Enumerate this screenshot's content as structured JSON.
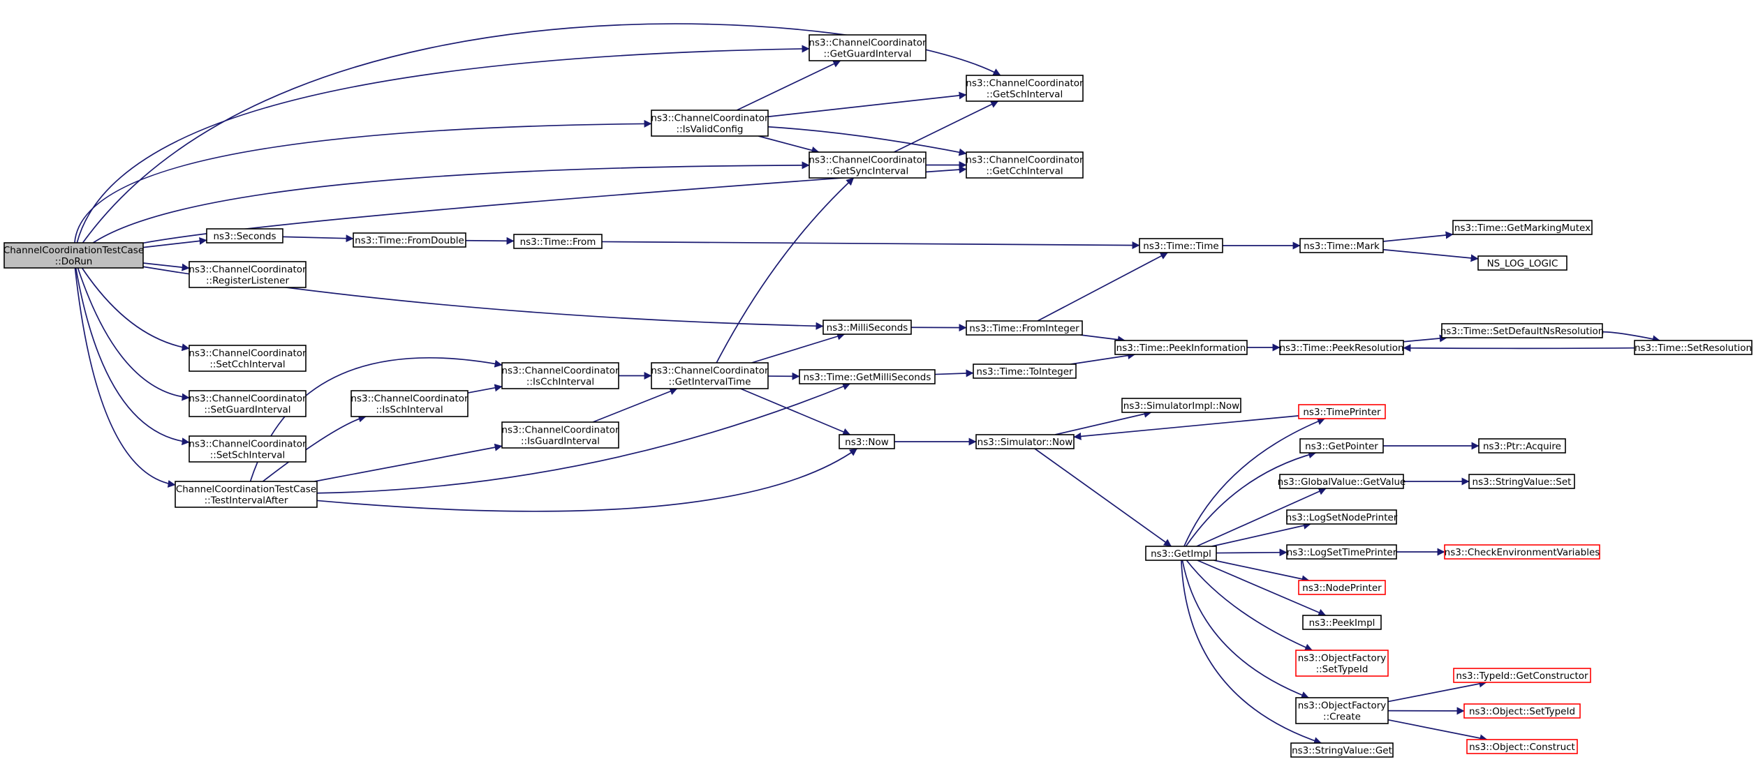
{
  "colors": {
    "edge": "#191970",
    "root_fill": "#bfbfbf",
    "node_fill": "#ffffff",
    "node_border": "#000000",
    "external_border": "#ff0000"
  },
  "nodes": [
    {
      "id": "dorun",
      "lines": [
        "ChannelCoordinationTestCase",
        "::DoRun"
      ],
      "kind": "root"
    },
    {
      "id": "seconds",
      "lines": [
        "ns3::Seconds"
      ],
      "kind": "normal"
    },
    {
      "id": "registerlistener",
      "lines": [
        "ns3::ChannelCoordinator",
        "::RegisterListener"
      ],
      "kind": "normal"
    },
    {
      "id": "setcch",
      "lines": [
        "ns3::ChannelCoordinator",
        "::SetCchInterval"
      ],
      "kind": "normal"
    },
    {
      "id": "setguard",
      "lines": [
        "ns3::ChannelCoordinator",
        "::SetGuardInterval"
      ],
      "kind": "normal"
    },
    {
      "id": "setsch",
      "lines": [
        "ns3::ChannelCoordinator",
        "::SetSchInterval"
      ],
      "kind": "normal"
    },
    {
      "id": "testafter",
      "lines": [
        "ChannelCoordinationTestCase",
        "::TestIntervalAfter"
      ],
      "kind": "normal"
    },
    {
      "id": "isschint",
      "lines": [
        "ns3::ChannelCoordinator",
        "::IsSchInterval"
      ],
      "kind": "normal"
    },
    {
      "id": "iscchint",
      "lines": [
        "ns3::ChannelCoordinator",
        "::IsCchInterval"
      ],
      "kind": "normal"
    },
    {
      "id": "isguardint",
      "lines": [
        "ns3::ChannelCoordinator",
        "::IsGuardInterval"
      ],
      "kind": "normal"
    },
    {
      "id": "fromdouble",
      "lines": [
        "ns3::Time::FromDouble"
      ],
      "kind": "normal"
    },
    {
      "id": "timefrom",
      "lines": [
        "ns3::Time::From"
      ],
      "kind": "normal"
    },
    {
      "id": "isvalid",
      "lines": [
        "ns3::ChannelCoordinator",
        "::IsValidConfig"
      ],
      "kind": "normal"
    },
    {
      "id": "getintervaltime",
      "lines": [
        "ns3::ChannelCoordinator",
        "::GetIntervalTime"
      ],
      "kind": "normal"
    },
    {
      "id": "getguard",
      "lines": [
        "ns3::ChannelCoordinator",
        "::GetGuardInterval"
      ],
      "kind": "normal"
    },
    {
      "id": "getsync",
      "lines": [
        "ns3::ChannelCoordinator",
        "::GetSyncInterval"
      ],
      "kind": "normal"
    },
    {
      "id": "millis",
      "lines": [
        "ns3::MilliSeconds"
      ],
      "kind": "normal"
    },
    {
      "id": "getmillis",
      "lines": [
        "ns3::Time::GetMilliSeconds"
      ],
      "kind": "normal"
    },
    {
      "id": "now",
      "lines": [
        "ns3::Now"
      ],
      "kind": "normal"
    },
    {
      "id": "getsch",
      "lines": [
        "ns3::ChannelCoordinator",
        "::GetSchInterval"
      ],
      "kind": "normal"
    },
    {
      "id": "getcch",
      "lines": [
        "ns3::ChannelCoordinator",
        "::GetCchInterval"
      ],
      "kind": "normal"
    },
    {
      "id": "frominteger",
      "lines": [
        "ns3::Time::FromInteger"
      ],
      "kind": "normal"
    },
    {
      "id": "tointeger",
      "lines": [
        "ns3::Time::ToInteger"
      ],
      "kind": "normal"
    },
    {
      "id": "simnow",
      "lines": [
        "ns3::Simulator::Now"
      ],
      "kind": "normal"
    },
    {
      "id": "timetime",
      "lines": [
        "ns3::Time::Time"
      ],
      "kind": "normal"
    },
    {
      "id": "peekinfo",
      "lines": [
        "ns3::Time::PeekInformation"
      ],
      "kind": "normal"
    },
    {
      "id": "simimplnow",
      "lines": [
        "ns3::SimulatorImpl::Now"
      ],
      "kind": "normal"
    },
    {
      "id": "getimpl",
      "lines": [
        "ns3::GetImpl"
      ],
      "kind": "normal"
    },
    {
      "id": "timemark",
      "lines": [
        "ns3::Time::Mark"
      ],
      "kind": "normal"
    },
    {
      "id": "peekres",
      "lines": [
        "ns3::Time::PeekResolution"
      ],
      "kind": "normal"
    },
    {
      "id": "timeprinter",
      "lines": [
        "ns3::TimePrinter"
      ],
      "kind": "external"
    },
    {
      "id": "getpointer",
      "lines": [
        "ns3::GetPointer"
      ],
      "kind": "normal"
    },
    {
      "id": "gvgetvalue",
      "lines": [
        "ns3::GlobalValue::GetValue"
      ],
      "kind": "normal"
    },
    {
      "id": "logsetnode",
      "lines": [
        "ns3::LogSetNodePrinter"
      ],
      "kind": "normal"
    },
    {
      "id": "logsettime",
      "lines": [
        "ns3::LogSetTimePrinter"
      ],
      "kind": "normal"
    },
    {
      "id": "nodeprinter",
      "lines": [
        "ns3::NodePrinter"
      ],
      "kind": "external"
    },
    {
      "id": "peekimpl",
      "lines": [
        "ns3::PeekImpl"
      ],
      "kind": "normal"
    },
    {
      "id": "ofsettypeid",
      "lines": [
        "ns3::ObjectFactory",
        "::SetTypeId"
      ],
      "kind": "external"
    },
    {
      "id": "ofcreate",
      "lines": [
        "ns3::ObjectFactory",
        "::Create"
      ],
      "kind": "normal"
    },
    {
      "id": "svget",
      "lines": [
        "ns3::StringValue::Get"
      ],
      "kind": "normal"
    },
    {
      "id": "markingmutex",
      "lines": [
        "ns3::Time::GetMarkingMutex"
      ],
      "kind": "normal"
    },
    {
      "id": "nslog",
      "lines": [
        "NS_LOG_LOGIC"
      ],
      "kind": "normal"
    },
    {
      "id": "setdefaultres",
      "lines": [
        "ns3::Time::SetDefaultNsResolution"
      ],
      "kind": "normal"
    },
    {
      "id": "setres",
      "lines": [
        "ns3::Time::SetResolution"
      ],
      "kind": "normal"
    },
    {
      "id": "ptracquire",
      "lines": [
        "ns3::Ptr::Acquire"
      ],
      "kind": "normal"
    },
    {
      "id": "svset",
      "lines": [
        "ns3::StringValue::Set"
      ],
      "kind": "normal"
    },
    {
      "id": "checkenv",
      "lines": [
        "ns3::CheckEnvironmentVariables"
      ],
      "kind": "external"
    },
    {
      "id": "getconstructor",
      "lines": [
        "ns3::TypeId::GetConstructor"
      ],
      "kind": "external"
    },
    {
      "id": "objsettypeid",
      "lines": [
        "ns3::Object::SetTypeId"
      ],
      "kind": "external"
    },
    {
      "id": "objconstruct",
      "lines": [
        "ns3::Object::Construct"
      ],
      "kind": "external"
    }
  ],
  "edges": [
    [
      "dorun",
      "seconds"
    ],
    [
      "dorun",
      "registerlistener"
    ],
    [
      "dorun",
      "setcch"
    ],
    [
      "dorun",
      "setguard"
    ],
    [
      "dorun",
      "setsch"
    ],
    [
      "dorun",
      "testafter"
    ],
    [
      "dorun",
      "isvalid"
    ],
    [
      "dorun",
      "getguard"
    ],
    [
      "dorun",
      "getsch"
    ],
    [
      "dorun",
      "getsync"
    ],
    [
      "dorun",
      "getcch"
    ],
    [
      "dorun",
      "millis"
    ],
    [
      "seconds",
      "fromdouble"
    ],
    [
      "fromdouble",
      "timefrom"
    ],
    [
      "timefrom",
      "timetime"
    ],
    [
      "isvalid",
      "getguard"
    ],
    [
      "isvalid",
      "getsch"
    ],
    [
      "isvalid",
      "getsync"
    ],
    [
      "isvalid",
      "getcch"
    ],
    [
      "getsync",
      "getsch"
    ],
    [
      "getsync",
      "getcch"
    ],
    [
      "testafter",
      "iscchint"
    ],
    [
      "testafter",
      "isschint"
    ],
    [
      "testafter",
      "isguardint"
    ],
    [
      "testafter",
      "getmillis"
    ],
    [
      "testafter",
      "now"
    ],
    [
      "isschint",
      "iscchint"
    ],
    [
      "iscchint",
      "getintervaltime"
    ],
    [
      "isguardint",
      "getintervaltime"
    ],
    [
      "getintervaltime",
      "getsync"
    ],
    [
      "getintervaltime",
      "millis"
    ],
    [
      "getintervaltime",
      "getmillis"
    ],
    [
      "getintervaltime",
      "now"
    ],
    [
      "millis",
      "frominteger"
    ],
    [
      "frominteger",
      "timetime"
    ],
    [
      "frominteger",
      "peekinfo"
    ],
    [
      "getmillis",
      "tointeger"
    ],
    [
      "tointeger",
      "peekinfo"
    ],
    [
      "now",
      "simnow"
    ],
    [
      "simnow",
      "simimplnow"
    ],
    [
      "simnow",
      "getimpl"
    ],
    [
      "timetime",
      "timemark"
    ],
    [
      "timemark",
      "markingmutex"
    ],
    [
      "timemark",
      "nslog"
    ],
    [
      "peekinfo",
      "peekres"
    ],
    [
      "peekres",
      "setdefaultres"
    ],
    [
      "setdefaultres",
      "setres"
    ],
    [
      "setres",
      "peekres"
    ],
    [
      "timeprinter",
      "simnow"
    ],
    [
      "getimpl",
      "timeprinter"
    ],
    [
      "getimpl",
      "getpointer"
    ],
    [
      "getimpl",
      "gvgetvalue"
    ],
    [
      "getimpl",
      "logsetnode"
    ],
    [
      "getimpl",
      "logsettime"
    ],
    [
      "getimpl",
      "nodeprinter"
    ],
    [
      "getimpl",
      "peekimpl"
    ],
    [
      "getimpl",
      "ofsettypeid"
    ],
    [
      "getimpl",
      "ofcreate"
    ],
    [
      "getimpl",
      "svget"
    ],
    [
      "getpointer",
      "ptracquire"
    ],
    [
      "gvgetvalue",
      "svset"
    ],
    [
      "logsettime",
      "checkenv"
    ],
    [
      "ofcreate",
      "getconstructor"
    ],
    [
      "ofcreate",
      "objsettypeid"
    ],
    [
      "ofcreate",
      "objconstruct"
    ]
  ]
}
